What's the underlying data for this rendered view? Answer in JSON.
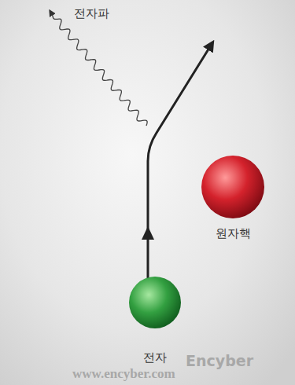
{
  "diagram": {
    "nodes": [
      {
        "text": [
          "원자핵"
        ]
      },
      {
        "text": [
          "전자"
        ]
      }
    ],
    "labels": [
      "전자파",
      "Encyber",
      "www.encyber.com"
    ]
  }
}
